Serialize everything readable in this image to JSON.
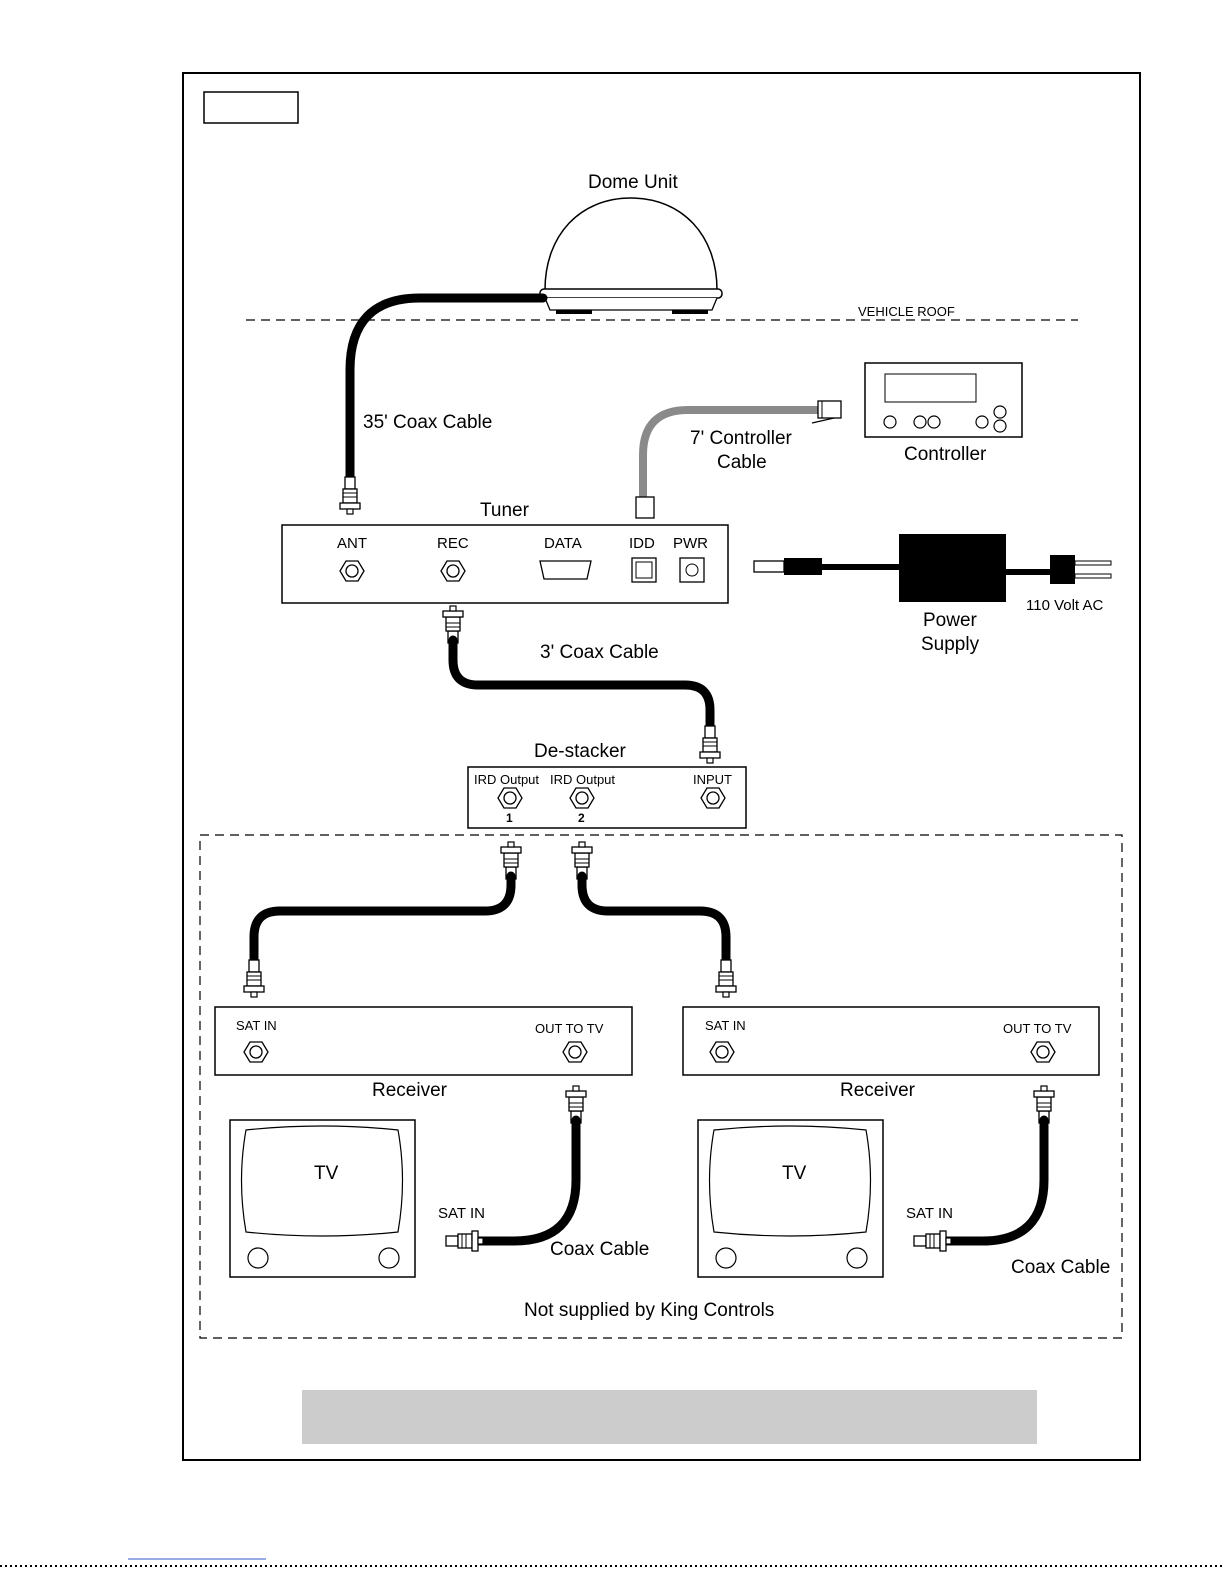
{
  "figure": {
    "dome_label": "Dome Unit",
    "roof_label": "VEHICLE ROOF",
    "coax35_label": "35' Coax Cable",
    "controller_cable_label_1": "7' Controller",
    "controller_cable_label_2": "Cable",
    "controller_label": "Controller",
    "tuner_label": "Tuner",
    "tuner_ports": {
      "ant": "ANT",
      "rec": "REC",
      "data": "DATA",
      "idd": "IDD",
      "pwr": "PWR"
    },
    "power_supply_label_1": "Power",
    "power_supply_label_2": "Supply",
    "ac_label": "110 Volt AC",
    "coax3_label": "3' Coax Cable",
    "destacker_label": "De-stacker",
    "destacker_ports": {
      "out1": "IRD Output",
      "out1_num": "1",
      "out2": "IRD Output",
      "out2_num": "2",
      "input": "INPUT"
    },
    "receiver_left": {
      "label": "Receiver",
      "sat_in": "SAT IN",
      "out_to_tv": "OUT TO TV"
    },
    "receiver_right": {
      "label": "Receiver",
      "sat_in": "SAT IN",
      "out_to_tv": "OUT TO TV"
    },
    "tv_left": {
      "label": "TV",
      "sat_in": "SAT IN",
      "cable": "Coax Cable"
    },
    "tv_right": {
      "label": "TV",
      "sat_in": "SAT IN",
      "cable": "Coax Cable"
    },
    "not_supplied_label": "Not supplied by King Controls"
  }
}
